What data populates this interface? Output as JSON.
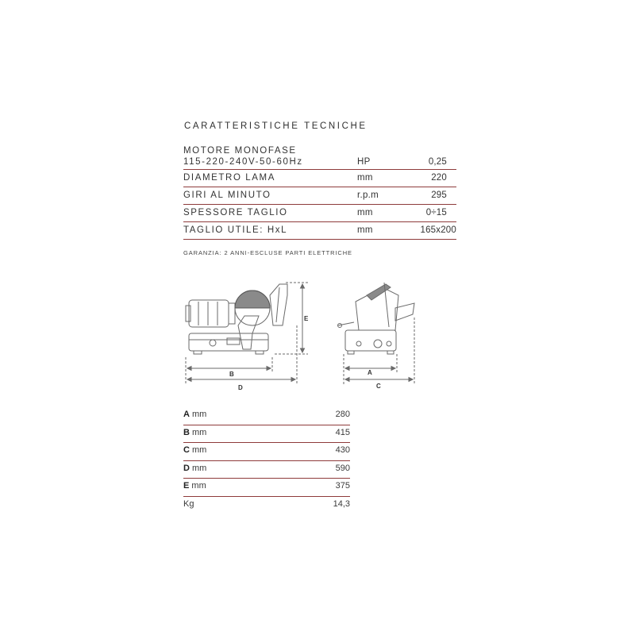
{
  "title": "CARATTERISTICHE TECNICHE",
  "specs": [
    {
      "label_line1": "MOTORE MONOFASE",
      "label_line2": "115-220-240V-50-60Hz",
      "unit": "HP",
      "value": "0,25"
    },
    {
      "label": "DIAMETRO LAMA",
      "unit": "mm",
      "value": "220"
    },
    {
      "label": "GIRI AL MINUTO",
      "unit": "r.p.m",
      "value": "295"
    },
    {
      "label": "SPESSORE TAGLIO",
      "unit": "mm",
      "value": "0÷15"
    },
    {
      "label": "TAGLIO UTILE: HxL",
      "unit": "mm",
      "value": "165x200"
    }
  ],
  "warranty": "GARANZIA: 2 ANNI-ESCLUSE PARTI ELETTRICHE",
  "drawing_labels": {
    "a": "A",
    "b": "B",
    "c": "C",
    "d": "D",
    "e": "E"
  },
  "dimensions": [
    {
      "letter": "A",
      "unit": " mm",
      "value": "280"
    },
    {
      "letter": "B",
      "unit": " mm",
      "value": "415"
    },
    {
      "letter": "C",
      "unit": " mm",
      "value": "430"
    },
    {
      "letter": "D",
      "unit": " mm",
      "value": "590"
    },
    {
      "letter": "E",
      "unit": " mm",
      "value": "375"
    }
  ],
  "weight": {
    "label": "Kg",
    "value": "14,3"
  },
  "colors": {
    "divider": "#8e3b3b",
    "text": "#333333",
    "line_art": "#6a6a6a"
  }
}
